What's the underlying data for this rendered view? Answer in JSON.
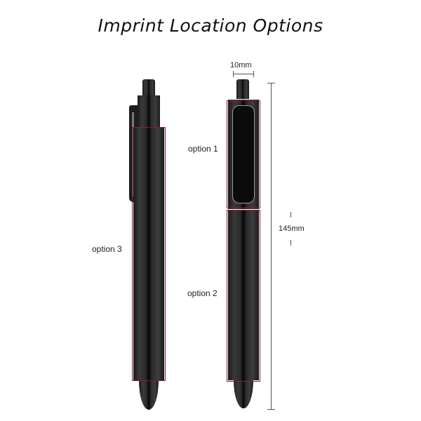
{
  "title": "Imprint Location Options",
  "labels": {
    "option1": "option 1",
    "option2": "option 2",
    "option3": "option 3"
  },
  "dimensions": {
    "width": "10mm",
    "length": "145mm"
  },
  "colors": {
    "zone_border": "#8b1f2c",
    "pen": "#1a1a1a"
  }
}
